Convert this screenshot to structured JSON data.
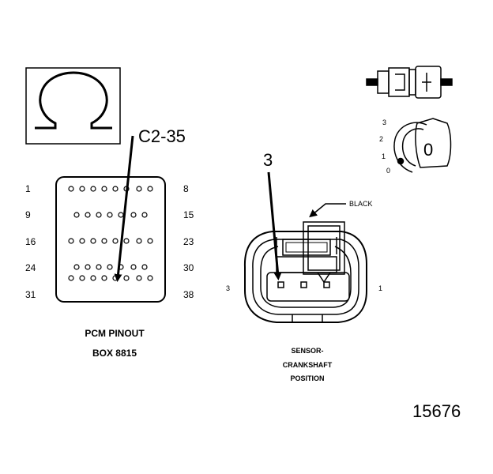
{
  "icons": {
    "ohm_symbol": "ohm-symbol-icon",
    "connector_side_view": "connector-side-view-icon",
    "probe_orientation": "probe-orientation-icon"
  },
  "pcm": {
    "callout": "C2-35",
    "row_labels_left": [
      "1",
      "9",
      "16",
      "24",
      "31"
    ],
    "row_labels_right": [
      "8",
      "15",
      "23",
      "30",
      "38"
    ],
    "caption_line1": "PCM PINOUT",
    "caption_line2": "BOX 8815"
  },
  "sensor": {
    "callout": "3",
    "wire_label": "BLACK",
    "pin_left": "3",
    "pin_right": "1",
    "caption_line1": "SENSOR-",
    "caption_line2": "CRANKSHAFT",
    "caption_line3": "POSITION"
  },
  "orientation": {
    "scale": [
      "3",
      "2",
      "1",
      "0"
    ],
    "knob_label": "0"
  },
  "figure_id": "15676"
}
